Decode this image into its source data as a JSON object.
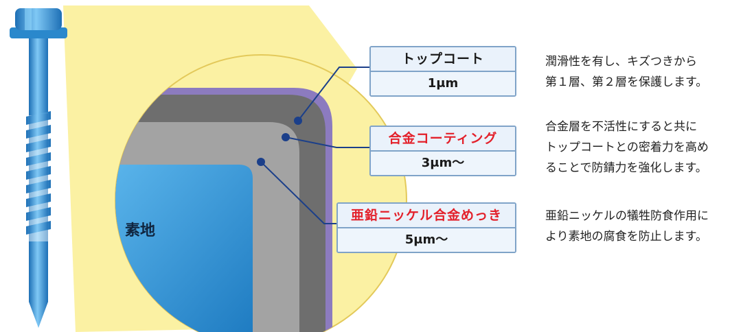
{
  "layers": {
    "top_coat": {
      "name": "トップコート",
      "thickness": "1μm",
      "color": "#8c7bbf"
    },
    "alloy_coating": {
      "name": "合金コーティング",
      "thickness": "3μm〜",
      "color": "#6e6e6e"
    },
    "zinc_nickel": {
      "name": "亜鉛ニッケル合金めっき",
      "thickness": "5μm〜",
      "color": "#a3a3a3"
    },
    "substrate": {
      "name": "素地",
      "color": "#2f8fd0"
    }
  },
  "descriptions": {
    "top_coat": [
      "潤滑性を有し、キズつきから",
      "第１層、第２層を保護します。"
    ],
    "alloy_coating": [
      "合金層を不活性にすると共に",
      "トップコートとの密着力を高め",
      "ることで防錆力を強化します。"
    ],
    "zinc_nickel": [
      "亜鉛ニッケルの犠牲防食作用に",
      "より素地の腐食を防止します。"
    ]
  },
  "colors": {
    "magnifier_fill": "#fbf1a3",
    "magnifier_edge": "#e3c95a",
    "screw": "#3a9ad9",
    "leader_line": "#1b3f8a",
    "title_red": "#e3202a"
  }
}
